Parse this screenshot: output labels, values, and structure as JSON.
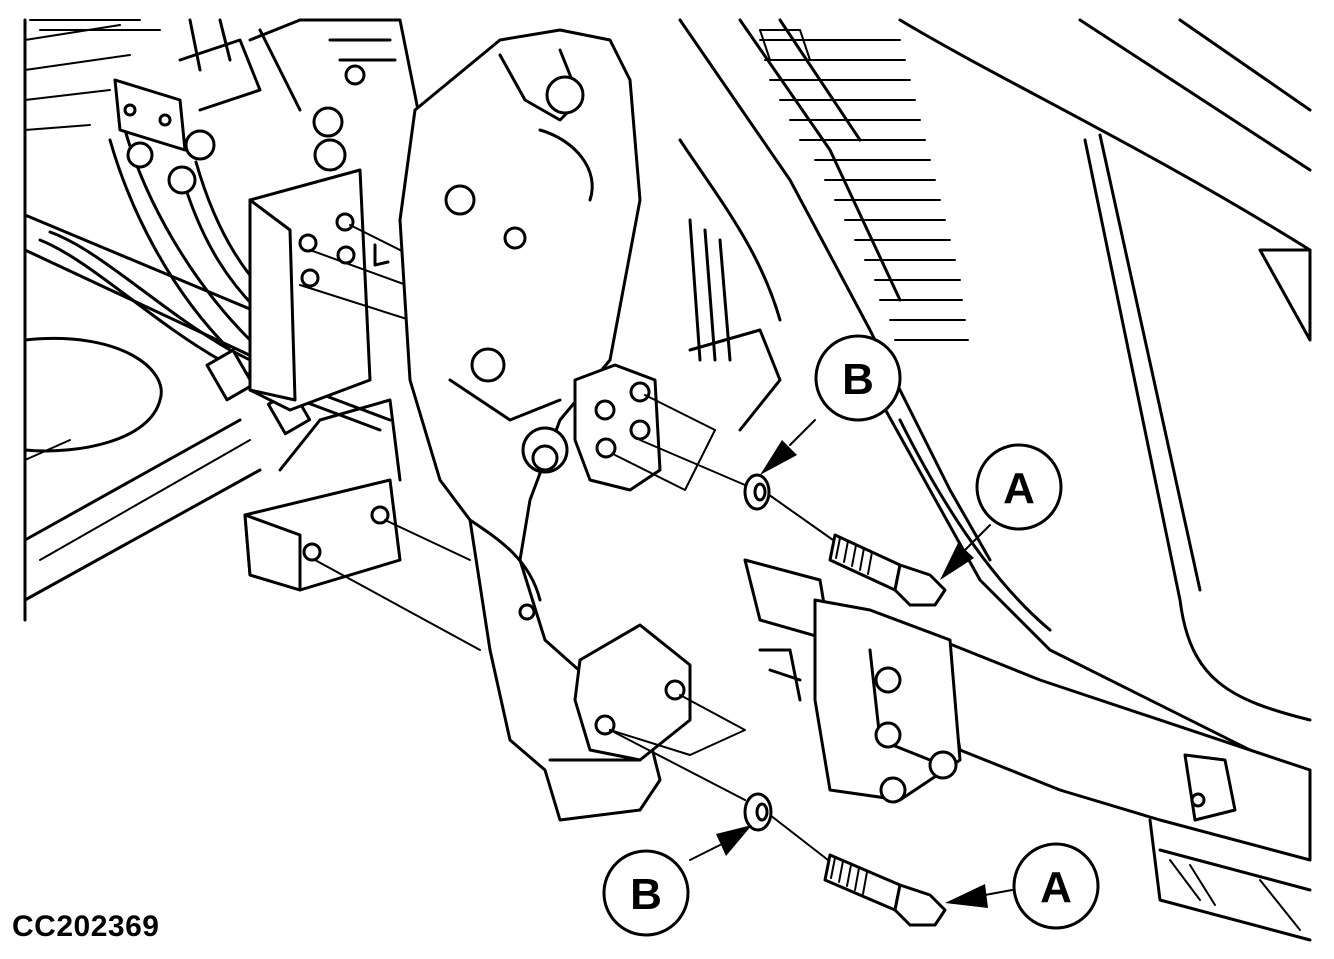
{
  "figure": {
    "id": "CC202369"
  },
  "callouts": [
    {
      "key": "bolt_upper",
      "label": "A",
      "part": "cap-screw"
    },
    {
      "key": "bolt_lower",
      "label": "A",
      "part": "cap-screw"
    },
    {
      "key": "washer_upper",
      "label": "B",
      "part": "washer"
    },
    {
      "key": "washer_lower",
      "label": "B",
      "part": "washer"
    }
  ]
}
